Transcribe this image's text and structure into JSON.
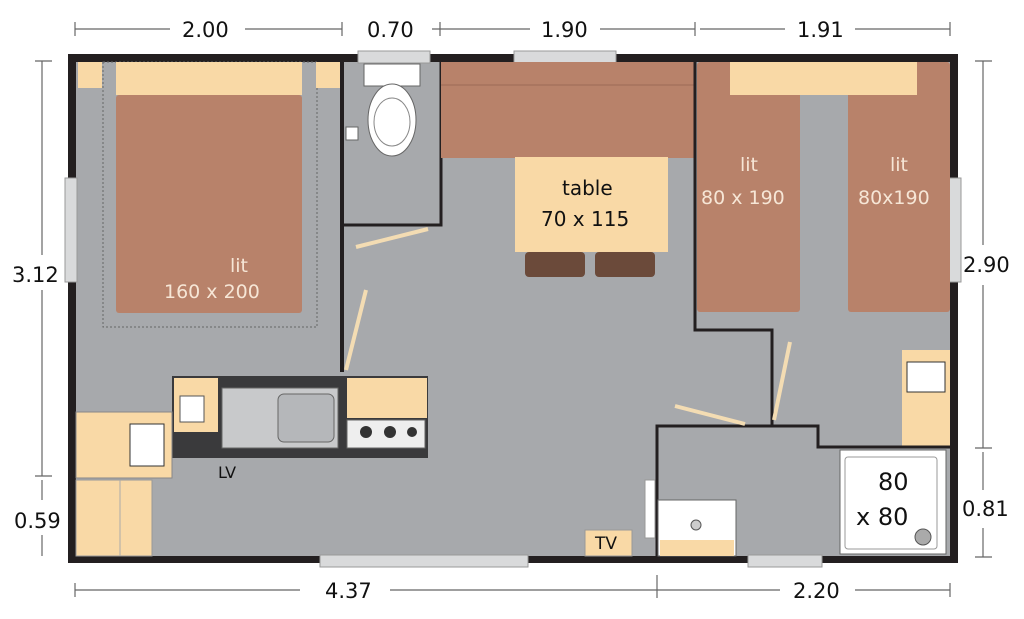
{
  "dimensions": {
    "top": [
      "2.00",
      "0.70",
      "1.90",
      "1.91"
    ],
    "left": [
      "3.12",
      "0.59"
    ],
    "right": [
      "2.90",
      "0.81"
    ],
    "bottom": [
      "4.37",
      "2.20"
    ]
  },
  "rooms": {
    "master_bed": {
      "word": "lit",
      "size": "160 x 200"
    },
    "table": {
      "word": "table",
      "size": "70 x 115"
    },
    "bed_left": {
      "word": "lit",
      "size": "80 x 190"
    },
    "bed_right": {
      "word": "lit",
      "size": "80x190"
    },
    "sink_label": "LV",
    "tv_label": "TV",
    "shower": {
      "line1": "80",
      "line2": "x 80"
    }
  },
  "colors": {
    "floor": "#a7a9ac",
    "wall": "#231f20",
    "bed": "#b8826a",
    "wood": "#f9d9a6",
    "chair": "#6b4a3a"
  }
}
